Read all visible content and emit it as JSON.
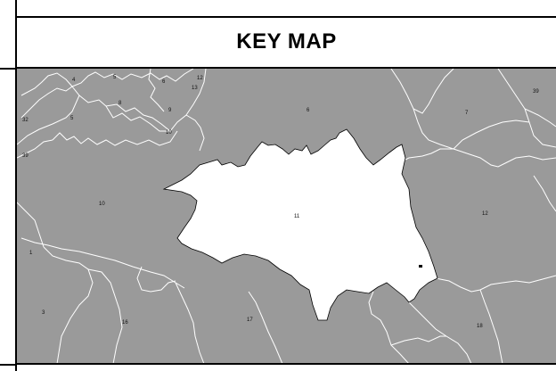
{
  "title": "KEY MAP",
  "colors": {
    "land": "#9a9a9a",
    "highlight": "#ffffff",
    "boundary": "#ffffff",
    "frame": "#000000"
  },
  "regions": [
    {
      "id": "4",
      "label": "4"
    },
    {
      "id": "5a",
      "label": "5"
    },
    {
      "id": "6a",
      "label": "6"
    },
    {
      "id": "12a",
      "label": "12"
    },
    {
      "id": "13",
      "label": "13"
    },
    {
      "id": "8",
      "label": "8"
    },
    {
      "id": "9",
      "label": "9"
    },
    {
      "id": "10a",
      "label": "10"
    },
    {
      "id": "32",
      "label": "32"
    },
    {
      "id": "5b",
      "label": "5"
    },
    {
      "id": "39a",
      "label": "39"
    },
    {
      "id": "6b",
      "label": "6"
    },
    {
      "id": "7",
      "label": "7"
    },
    {
      "id": "39b",
      "label": "39"
    },
    {
      "id": "10b",
      "label": "10"
    },
    {
      "id": "11",
      "label": "11",
      "highlighted": true
    },
    {
      "id": "12b",
      "label": "12"
    },
    {
      "id": "1",
      "label": "1"
    },
    {
      "id": "3",
      "label": "3"
    },
    {
      "id": "16",
      "label": "16"
    },
    {
      "id": "17",
      "label": "17"
    },
    {
      "id": "18",
      "label": "18"
    }
  ]
}
